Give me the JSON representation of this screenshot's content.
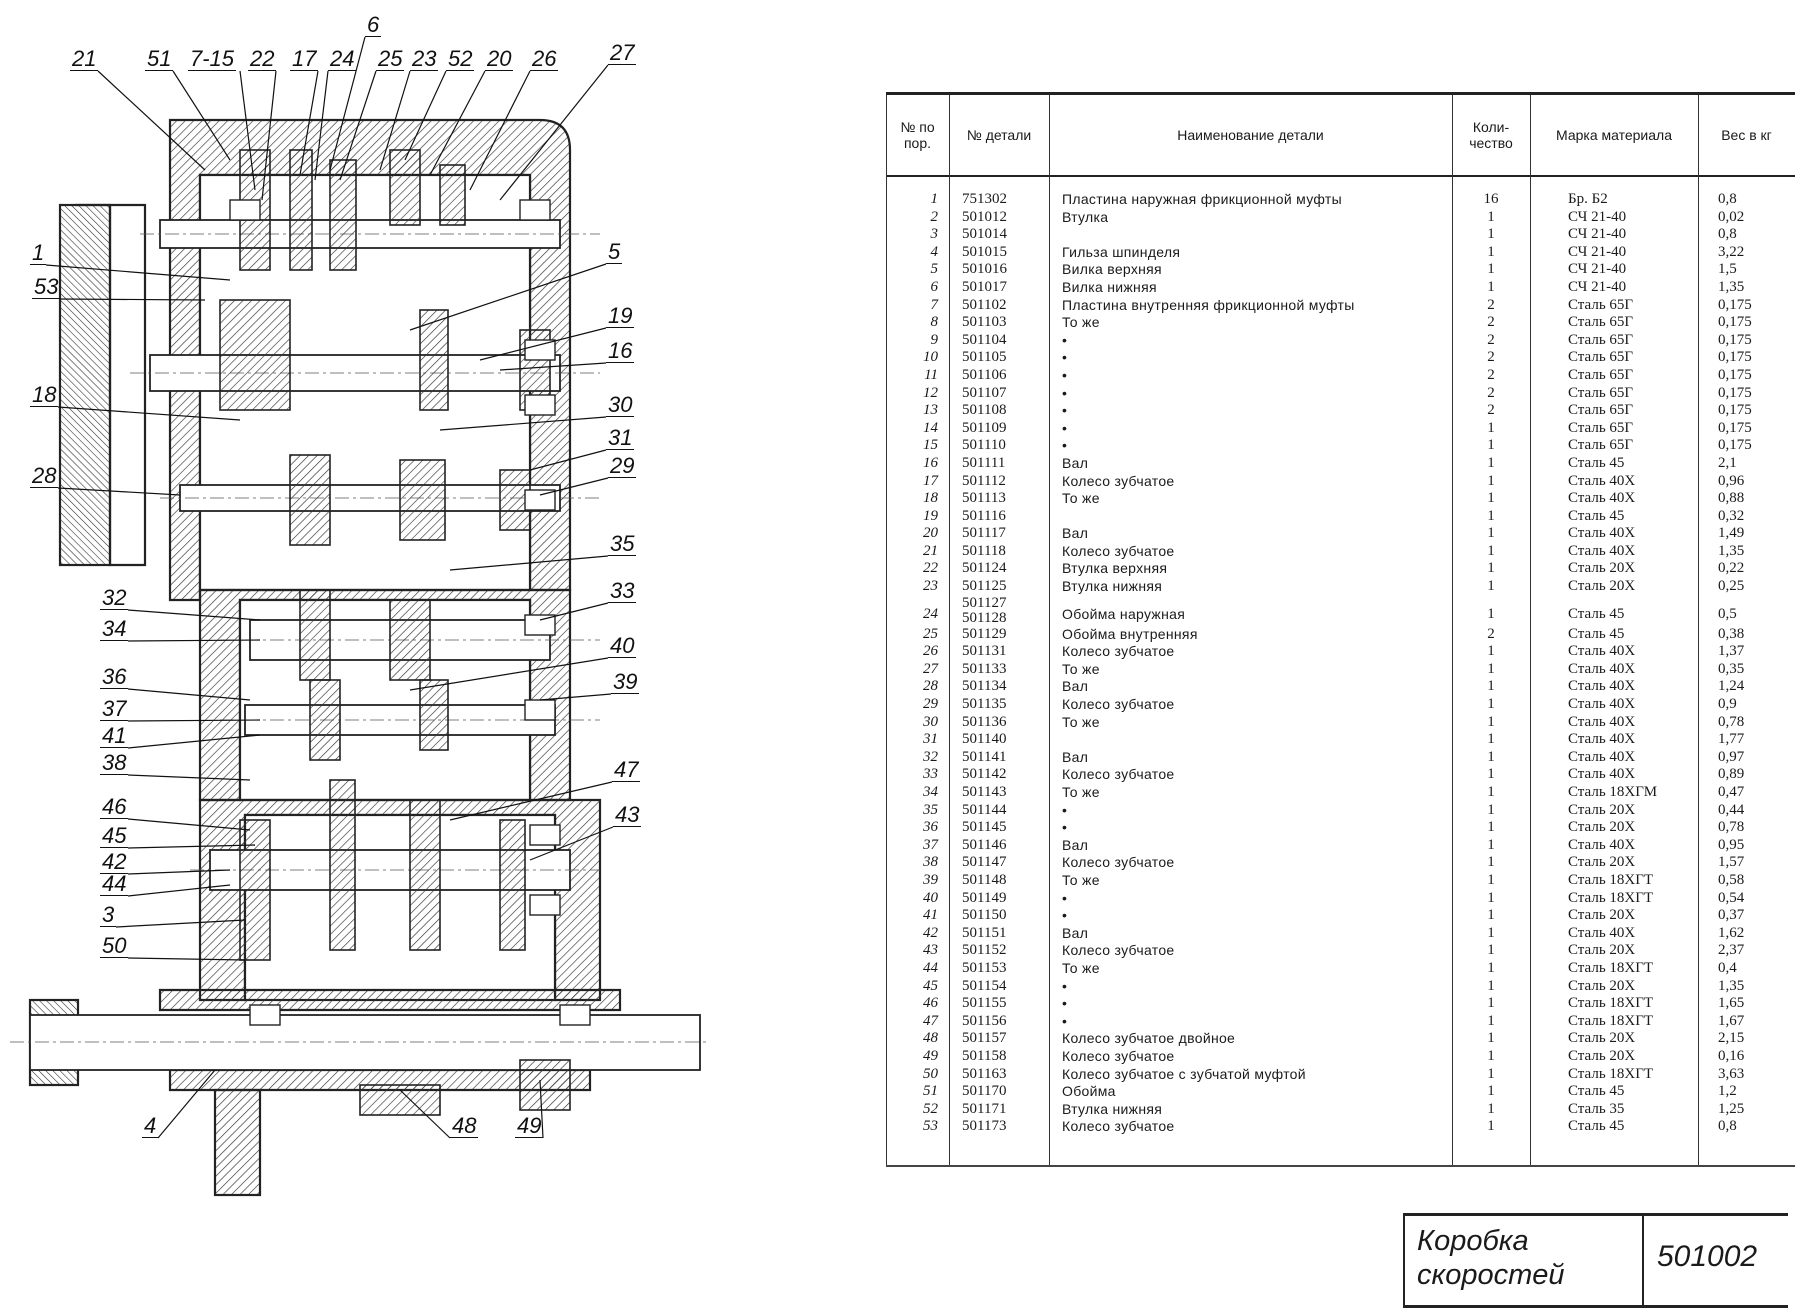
{
  "drawing": {
    "callouts": [
      "21",
      "51",
      "7-15",
      "22",
      "17",
      "24",
      "6",
      "25",
      "23",
      "52",
      "20",
      "26",
      "27",
      "1",
      "5",
      "53",
      "19",
      "16",
      "18",
      "30",
      "31",
      "28",
      "29",
      "35",
      "32",
      "33",
      "34",
      "40",
      "36",
      "39",
      "37",
      "41",
      "38",
      "47",
      "46",
      "45",
      "43",
      "42",
      "44",
      "3",
      "50",
      "4",
      "48",
      "49"
    ]
  },
  "table": {
    "headers": {
      "pos": "№ по пор.",
      "detail": "№ детали",
      "name": "Наименование детали",
      "qty": "Коли- чество",
      "material": "Марка материала",
      "weight": "Вес в кг"
    },
    "rows": [
      {
        "pos": "1",
        "detail": "751302",
        "name": "Пластина наружная фрикционной муфты",
        "qty": "16",
        "material": "Бр. Б2",
        "weight": "0,8"
      },
      {
        "pos": "2",
        "detail": "501012",
        "name": "Втулка",
        "qty": "1",
        "material": "СЧ 21-40",
        "weight": "0,02"
      },
      {
        "pos": "3",
        "detail": "501014",
        "name": "",
        "qty": "1",
        "material": "СЧ 21-40",
        "weight": "0,8"
      },
      {
        "pos": "4",
        "detail": "501015",
        "name": "Гильза шпинделя",
        "qty": "1",
        "material": "СЧ 21-40",
        "weight": "3,22"
      },
      {
        "pos": "5",
        "detail": "501016",
        "name": "Вилка верхняя",
        "qty": "1",
        "material": "СЧ 21-40",
        "weight": "1,5"
      },
      {
        "pos": "6",
        "detail": "501017",
        "name": "Вилка нижняя",
        "qty": "1",
        "material": "СЧ 21-40",
        "weight": "1,35"
      },
      {
        "pos": "7",
        "detail": "501102",
        "name": "Пластина внутренняя фрикционной муфты",
        "qty": "2",
        "material": "Сталь 65Г",
        "weight": "0,175"
      },
      {
        "pos": "8",
        "detail": "501103",
        "name": "То же",
        "qty": "2",
        "material": "Сталь 65Г",
        "weight": "0,175"
      },
      {
        "pos": "9",
        "detail": "501104",
        "name": "       •",
        "qty": "2",
        "material": "Сталь 65Г",
        "weight": "0,175"
      },
      {
        "pos": "10",
        "detail": "501105",
        "name": "       •",
        "qty": "2",
        "material": "Сталь 65Г",
        "weight": "0,175"
      },
      {
        "pos": "11",
        "detail": "501106",
        "name": "       •",
        "qty": "2",
        "material": "Сталь 65Г",
        "weight": "0,175"
      },
      {
        "pos": "12",
        "detail": "501107",
        "name": "       •",
        "qty": "2",
        "material": "Сталь 65Г",
        "weight": "0,175"
      },
      {
        "pos": "13",
        "detail": "501108",
        "name": "       •",
        "qty": "2",
        "material": "Сталь 65Г",
        "weight": "0,175"
      },
      {
        "pos": "14",
        "detail": "501109",
        "name": "       •",
        "qty": "1",
        "material": "Сталь 65Г",
        "weight": "0,175"
      },
      {
        "pos": "15",
        "detail": "501110",
        "name": "       •",
        "qty": "1",
        "material": "Сталь 65Г",
        "weight": "0,175"
      },
      {
        "pos": "16",
        "detail": "501111",
        "name": "Вал",
        "qty": "1",
        "material": "Сталь 45",
        "weight": "2,1"
      },
      {
        "pos": "17",
        "detail": "501112",
        "name": "Колесо зубчатое",
        "qty": "1",
        "material": "Сталь 40Х",
        "weight": "0,96"
      },
      {
        "pos": "18",
        "detail": "501113",
        "name": "То же",
        "qty": "1",
        "material": "Сталь 40Х",
        "weight": "0,88"
      },
      {
        "pos": "19",
        "detail": "501116",
        "name": "",
        "qty": "1",
        "material": "Сталь 45",
        "weight": "0,32"
      },
      {
        "pos": "20",
        "detail": "501117",
        "name": "Вал",
        "qty": "1",
        "material": "Сталь 40Х",
        "weight": "1,49"
      },
      {
        "pos": "21",
        "detail": "501118",
        "name": "Колесо зубчатое",
        "qty": "1",
        "material": "Сталь 40Х",
        "weight": "1,35"
      },
      {
        "pos": "22",
        "detail": "501124",
        "name": "Втулка верхняя",
        "qty": "1",
        "material": "Сталь 20Х",
        "weight": "0,22"
      },
      {
        "pos": "23",
        "detail": "501125",
        "name": "Втулка нижняя",
        "qty": "1",
        "material": "Сталь 20Х",
        "weight": "0,25"
      },
      {
        "pos": "24",
        "detail": "501127",
        "detail2": "501128",
        "name": "Обойма наружная",
        "qty": "1",
        "material": "Сталь 45",
        "weight": "0,5"
      },
      {
        "pos": "25",
        "detail": "501129",
        "name": "Обойма внутренняя",
        "qty": "2",
        "material": "Сталь 45",
        "weight": "0,38"
      },
      {
        "pos": "26",
        "detail": "501131",
        "name": "Колесо зубчатое",
        "qty": "1",
        "material": "Сталь 40Х",
        "weight": "1,37"
      },
      {
        "pos": "27",
        "detail": "501133",
        "name": "То же",
        "qty": "1",
        "material": "Сталь 40Х",
        "weight": "0,35"
      },
      {
        "pos": "28",
        "detail": "501134",
        "name": "Вал",
        "qty": "1",
        "material": "Сталь 40Х",
        "weight": "1,24"
      },
      {
        "pos": "29",
        "detail": "501135",
        "name": "Колесо зубчатое",
        "qty": "1",
        "material": "Сталь 40Х",
        "weight": "0,9"
      },
      {
        "pos": "30",
        "detail": "501136",
        "name": "То же",
        "qty": "1",
        "material": "Сталь 40Х",
        "weight": "0,78"
      },
      {
        "pos": "31",
        "detail": "501140",
        "name": "",
        "qty": "1",
        "material": "Сталь 40Х",
        "weight": "1,77"
      },
      {
        "pos": "32",
        "detail": "501141",
        "name": "Вал",
        "qty": "1",
        "material": "Сталь 40Х",
        "weight": "0,97"
      },
      {
        "pos": "33",
        "detail": "501142",
        "name": "Колесо зубчатое",
        "qty": "1",
        "material": "Сталь 40Х",
        "weight": "0,89"
      },
      {
        "pos": "34",
        "detail": "501143",
        "name": "То же",
        "qty": "1",
        "material": "Сталь 18ХГМ",
        "weight": "0,47"
      },
      {
        "pos": "35",
        "detail": "501144",
        "name": "       •",
        "qty": "1",
        "material": "Сталь 20Х",
        "weight": "0,44"
      },
      {
        "pos": "36",
        "detail": "501145",
        "name": "       •",
        "qty": "1",
        "material": "Сталь 20Х",
        "weight": "0,78"
      },
      {
        "pos": "37",
        "detail": "501146",
        "name": "Вал",
        "qty": "1",
        "material": "Сталь 40Х",
        "weight": "0,95"
      },
      {
        "pos": "38",
        "detail": "501147",
        "name": "Колесо зубчатое",
        "qty": "1",
        "material": "Сталь 20Х",
        "weight": "1,57"
      },
      {
        "pos": "39",
        "detail": "501148",
        "name": "То же",
        "qty": "1",
        "material": "Сталь 18ХГТ",
        "weight": "0,58"
      },
      {
        "pos": "40",
        "detail": "501149",
        "name": "       •",
        "qty": "1",
        "material": "Сталь 18ХГТ",
        "weight": "0,54"
      },
      {
        "pos": "41",
        "detail": "501150",
        "name": "       •",
        "qty": "1",
        "material": "Сталь 20Х",
        "weight": "0,37"
      },
      {
        "pos": "42",
        "detail": "501151",
        "name": "Вал",
        "qty": "1",
        "material": "Сталь 40Х",
        "weight": "1,62"
      },
      {
        "pos": "43",
        "detail": "501152",
        "name": "Колесо зубчатое",
        "qty": "1",
        "material": "Сталь 20Х",
        "weight": "2,37"
      },
      {
        "pos": "44",
        "detail": "501153",
        "name": "То же",
        "qty": "1",
        "material": "Сталь 18ХГТ",
        "weight": "0,4"
      },
      {
        "pos": "45",
        "detail": "501154",
        "name": "       •",
        "qty": "1",
        "material": "Сталь 20Х",
        "weight": "1,35"
      },
      {
        "pos": "46",
        "detail": "501155",
        "name": "       •",
        "qty": "1",
        "material": "Сталь 18ХГТ",
        "weight": "1,65"
      },
      {
        "pos": "47",
        "detail": "501156",
        "name": "       •",
        "qty": "1",
        "material": "Сталь 18ХГТ",
        "weight": "1,67"
      },
      {
        "pos": "48",
        "detail": "501157",
        "name": "Колесо зубчатое двойное",
        "qty": "1",
        "material": "Сталь 20Х",
        "weight": "2,15"
      },
      {
        "pos": "49",
        "detail": "501158",
        "name": "Колесо зубчатое",
        "qty": "1",
        "material": "Сталь 20Х",
        "weight": "0,16"
      },
      {
        "pos": "50",
        "detail": "501163",
        "name": "Колесо зубчатое с зубчатой муфтой",
        "qty": "1",
        "material": "Сталь 18ХГТ",
        "weight": "3,63"
      },
      {
        "pos": "51",
        "detail": "501170",
        "name": "Обойма",
        "qty": "1",
        "material": "Сталь 45",
        "weight": "1,2"
      },
      {
        "pos": "52",
        "detail": "501171",
        "name": "Втулка нижняя",
        "qty": "1",
        "material": "Сталь 35",
        "weight": "1,25"
      },
      {
        "pos": "53",
        "detail": "501173",
        "name": "Колесо зубчатое",
        "qty": "1",
        "material": "Сталь 45",
        "weight": "0,8"
      }
    ]
  },
  "title_block": {
    "name": "Коробка скоростей",
    "number": "501002"
  }
}
